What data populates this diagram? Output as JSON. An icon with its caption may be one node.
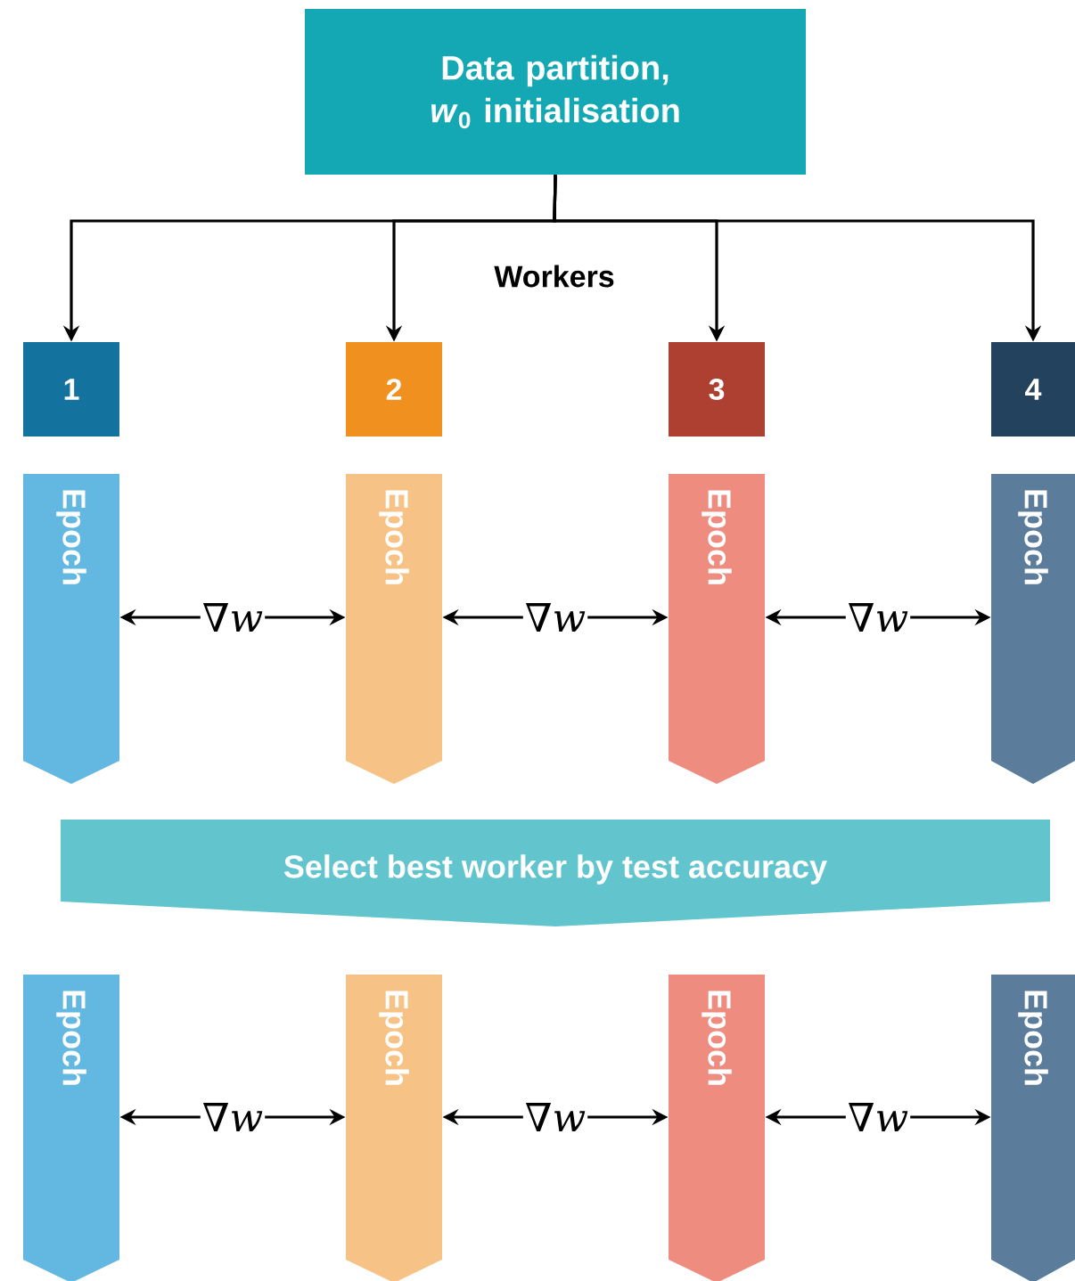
{
  "diagram": {
    "nodes": [
      {
        "text": [
          "Data partition, *w*$_{0}$ initialisation"
        ]
      },
      {
        "text": [
          "1"
        ]
      },
      {
        "text": [
          "2"
        ]
      },
      {
        "text": [
          "3"
        ]
      },
      {
        "text": [
          "4"
        ]
      },
      {
        "text": [
          "Epoch"
        ]
      },
      {
        "text": [
          "Epoch"
        ]
      },
      {
        "text": [
          "Epoch"
        ]
      },
      {
        "text": [
          "Epoch"
        ]
      },
      {
        "text": [
          "Select best worker by test accuracy"
        ]
      },
      {
        "text": [
          "Epoch"
        ]
      },
      {
        "text": [
          "Epoch"
        ]
      },
      {
        "text": [
          "Epoch"
        ]
      },
      {
        "text": [
          "Epoch"
        ]
      }
    ],
    "edges": [
      {
        "from": 0,
        "to": 1,
        "arrow": "to"
      },
      {
        "from": 0,
        "to": 2,
        "arrow": "to"
      },
      {
        "from": 0,
        "to": 3,
        "arrow": "to"
      },
      {
        "from": 0,
        "to": 4,
        "arrow": "to"
      },
      {
        "from": 5,
        "to": 6,
        "arrow": "both",
        "label": "∇*w*"
      },
      {
        "from": 6,
        "to": 7,
        "arrow": "both",
        "label": "∇*w*"
      },
      {
        "from": 7,
        "to": 8,
        "arrow": "both",
        "label": "∇*w*"
      },
      {
        "from": 10,
        "to": 11,
        "arrow": "both",
        "label": "∇*w*"
      },
      {
        "from": 11,
        "to": 12,
        "arrow": "both",
        "label": "∇*w*"
      },
      {
        "from": 12,
        "to": 13,
        "arrow": "both",
        "label": "∇*w*"
      }
    ],
    "labels": [
      "Workers"
    ]
  }
}
